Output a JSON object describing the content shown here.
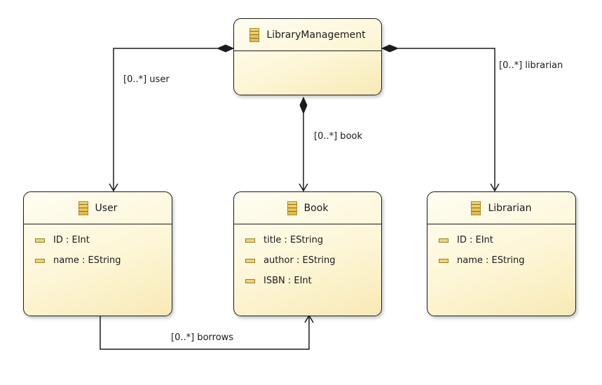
{
  "classes": {
    "library_management": {
      "name": "LibraryManagement",
      "attributes": []
    },
    "user": {
      "name": "User",
      "attributes": [
        {
          "label": "ID : EInt"
        },
        {
          "label": "name : EString"
        }
      ]
    },
    "book": {
      "name": "Book",
      "attributes": [
        {
          "label": "title : EString"
        },
        {
          "label": "author : EString"
        },
        {
          "label": "ISBN : EInt"
        }
      ]
    },
    "librarian": {
      "name": "Librarian",
      "attributes": [
        {
          "label": "ID : EInt"
        },
        {
          "label": "name : EString"
        }
      ]
    }
  },
  "references": {
    "user": "[0..*] user",
    "book": "[0..*] book",
    "librarian": "[0..*] librarian",
    "borrows": "[0..*] borrows"
  },
  "colors": {
    "line": "#1c1c1c",
    "class_fill": "#fdf6d6",
    "icon_fill": "#e2b94a"
  }
}
